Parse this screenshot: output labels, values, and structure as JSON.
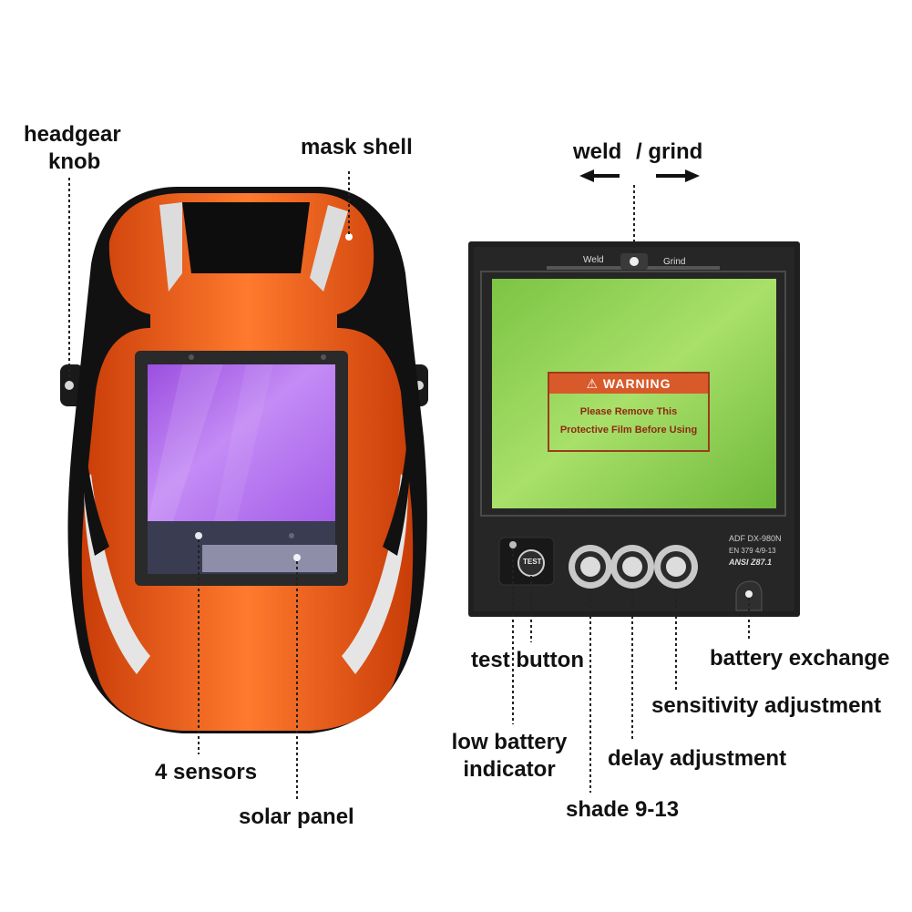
{
  "left_labels": {
    "headgear_knob": [
      "headgear",
      "knob"
    ],
    "mask_shell": "mask shell",
    "four_sensors": "4 sensors",
    "solar_panel": "solar panel"
  },
  "right_labels": {
    "weld_grind_weld": "weld",
    "weld_grind_grind": "/ grind",
    "test_button": "test button",
    "battery_exchange": "battery exchange",
    "sensitivity_adjustment": "sensitivity adjustment",
    "low_battery_indicator": [
      "low battery",
      "indicator"
    ],
    "delay_adjustment": "delay adjustment",
    "shade": "shade 9-13"
  },
  "cartridge": {
    "switch_weld": "Weld",
    "switch_grind": "Grind",
    "warning_title": "WARNING",
    "warning_line1": "Please Remove This",
    "warning_line2": "Protective Film Before Using",
    "model": "ADF DX-980N",
    "standard": "EN 379  4/9-13",
    "ansi": "ANSI Z87.1",
    "test_text": "TEST"
  },
  "colors": {
    "shell_orange": "#f05a14",
    "lens_purple": "#b56ef0",
    "filter_green": "#8ad24c",
    "frame_dark": "#222222"
  }
}
